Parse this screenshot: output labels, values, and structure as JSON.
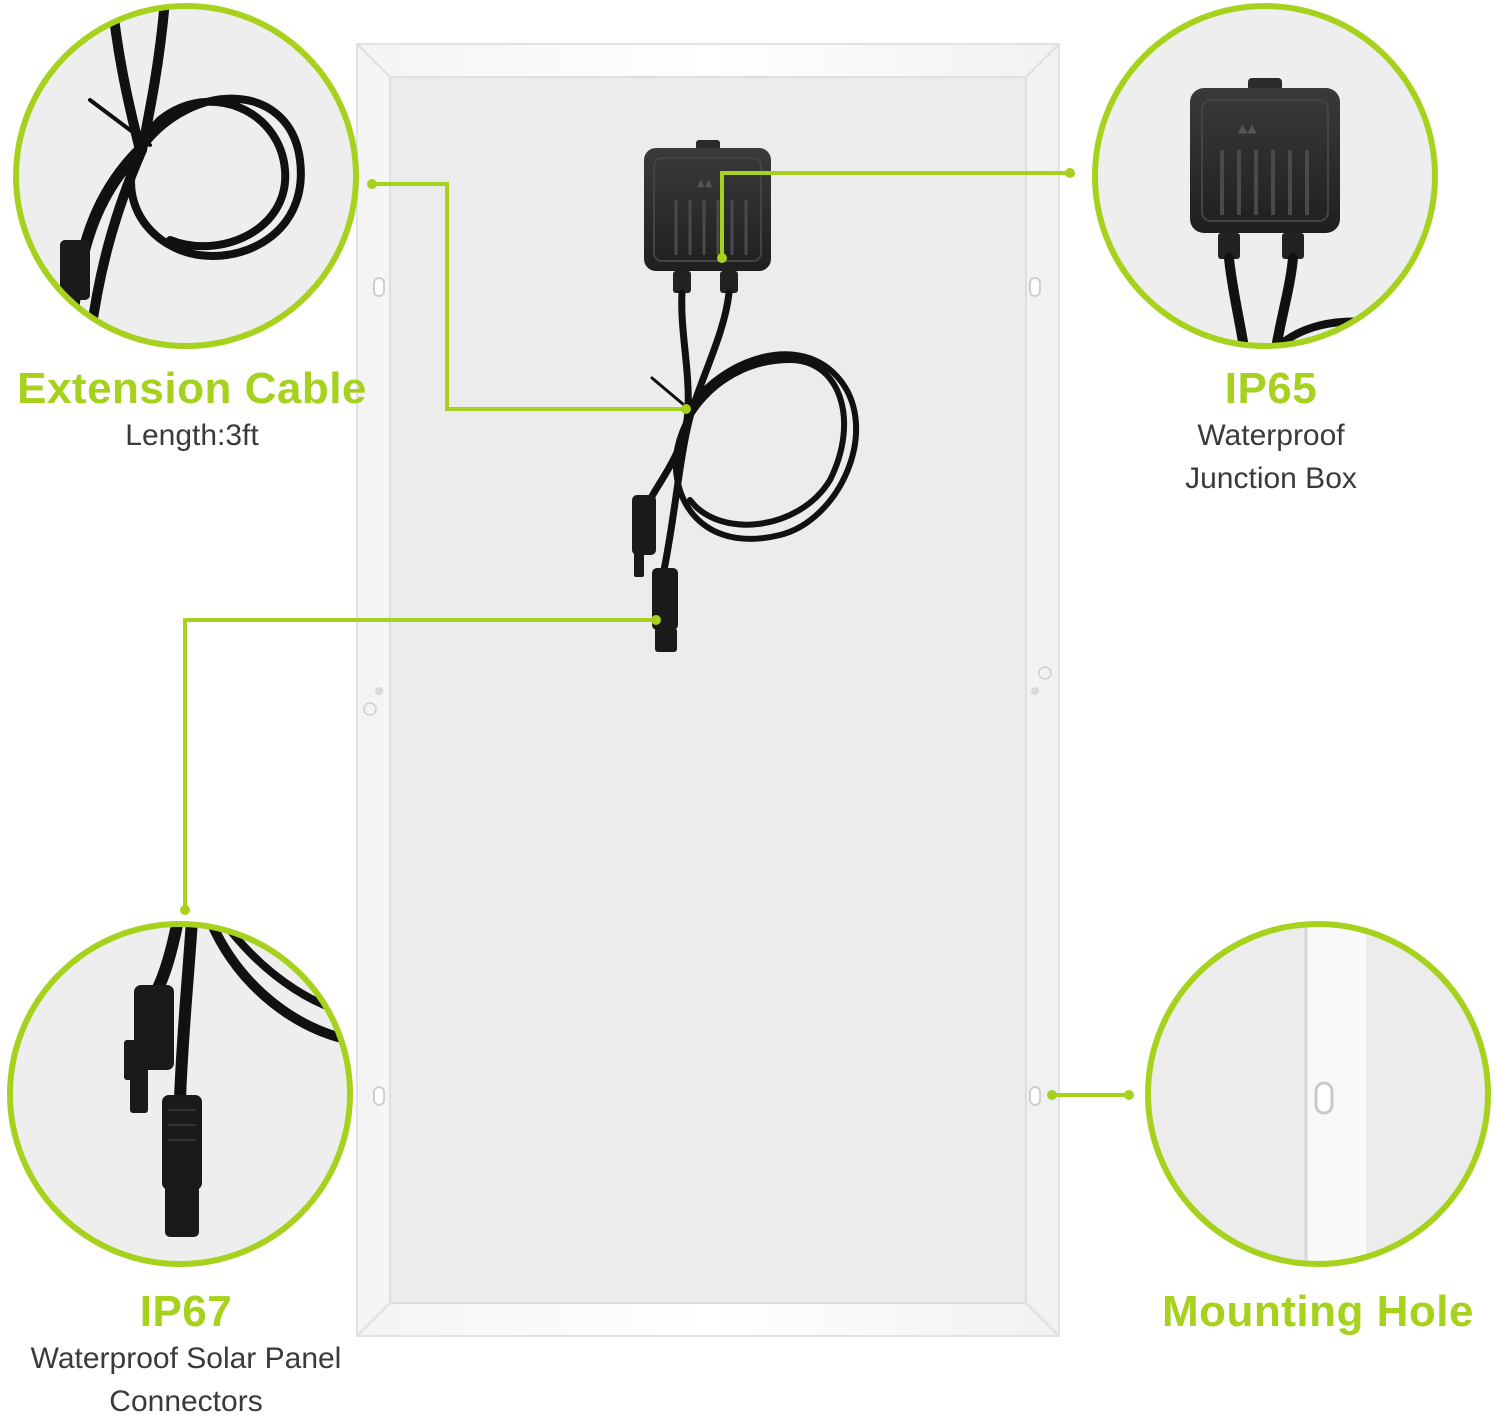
{
  "colors": {
    "accent": "#a6d11c",
    "panel_frame": "#fafafa",
    "panel_backsheet": "#ececec",
    "junction_box": "#2b2b2b",
    "cable": "#111111",
    "text": "#3a3a3a"
  },
  "callouts": [
    {
      "id": "extension-cable",
      "title": "Extension Cable",
      "lines": [
        "Length:3ft"
      ],
      "icon": "cable-coil-closeup"
    },
    {
      "id": "junction-box",
      "title": "IP65",
      "lines": [
        "Waterproof",
        "Junction Box"
      ],
      "icon": "junction-box-closeup"
    },
    {
      "id": "connectors",
      "title": "IP67",
      "lines": [
        "Waterproof Solar Panel",
        "Connectors"
      ],
      "icon": "mc4-connector-closeup"
    },
    {
      "id": "mounting-hole",
      "title": "Mounting Hole",
      "lines": [],
      "icon": "frame-hole-closeup"
    }
  ]
}
